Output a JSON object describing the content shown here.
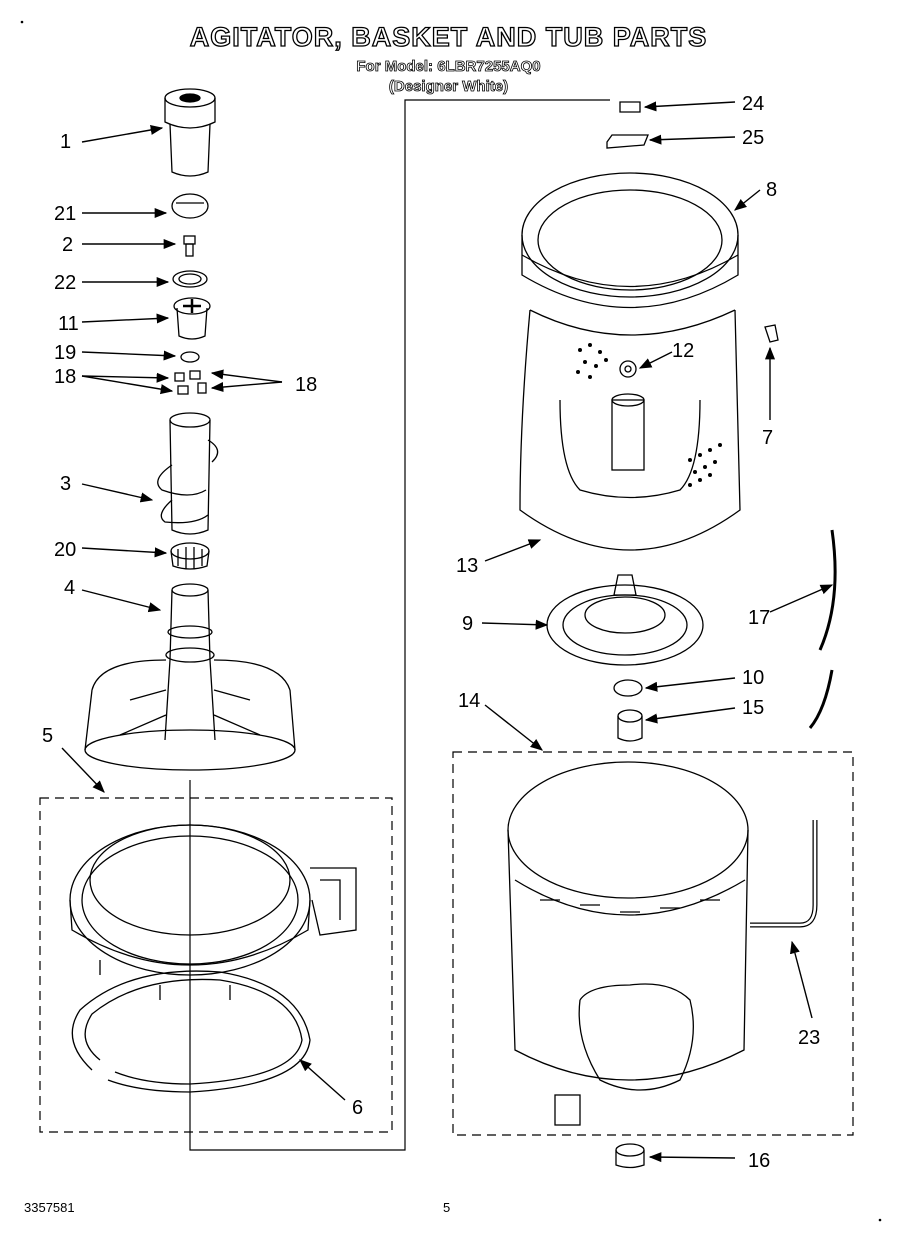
{
  "header": {
    "title": "AGITATOR, BASKET AND TUB PARTS",
    "model_line": "For Model: 6LBR7255AQ0",
    "color_line": "(Designer White)"
  },
  "callouts": [
    "1",
    "21",
    "2",
    "22",
    "11",
    "19",
    "18",
    "18",
    "3",
    "20",
    "4",
    "5",
    "6",
    "24",
    "25",
    "8",
    "12",
    "7",
    "13",
    "9",
    "17",
    "10",
    "14",
    "15",
    "23",
    "16"
  ],
  "footer": {
    "part_number": "3357581",
    "page_number": "5"
  }
}
